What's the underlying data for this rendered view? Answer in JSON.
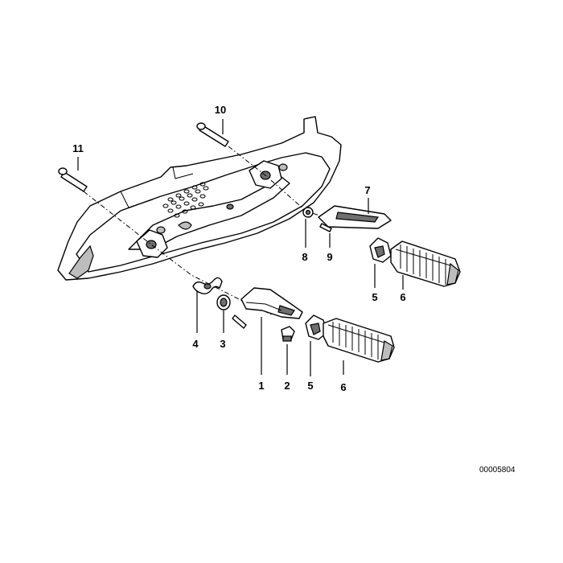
{
  "callouts": {
    "p1": "1",
    "p2": "2",
    "p3": "3",
    "p4": "4",
    "p5a": "5",
    "p5b": "5",
    "p6a": "6",
    "p6b": "6",
    "p7": "7",
    "p8": "8",
    "p9": "9",
    "p10": "10",
    "p11": "11"
  },
  "diagram_code": "00005804"
}
